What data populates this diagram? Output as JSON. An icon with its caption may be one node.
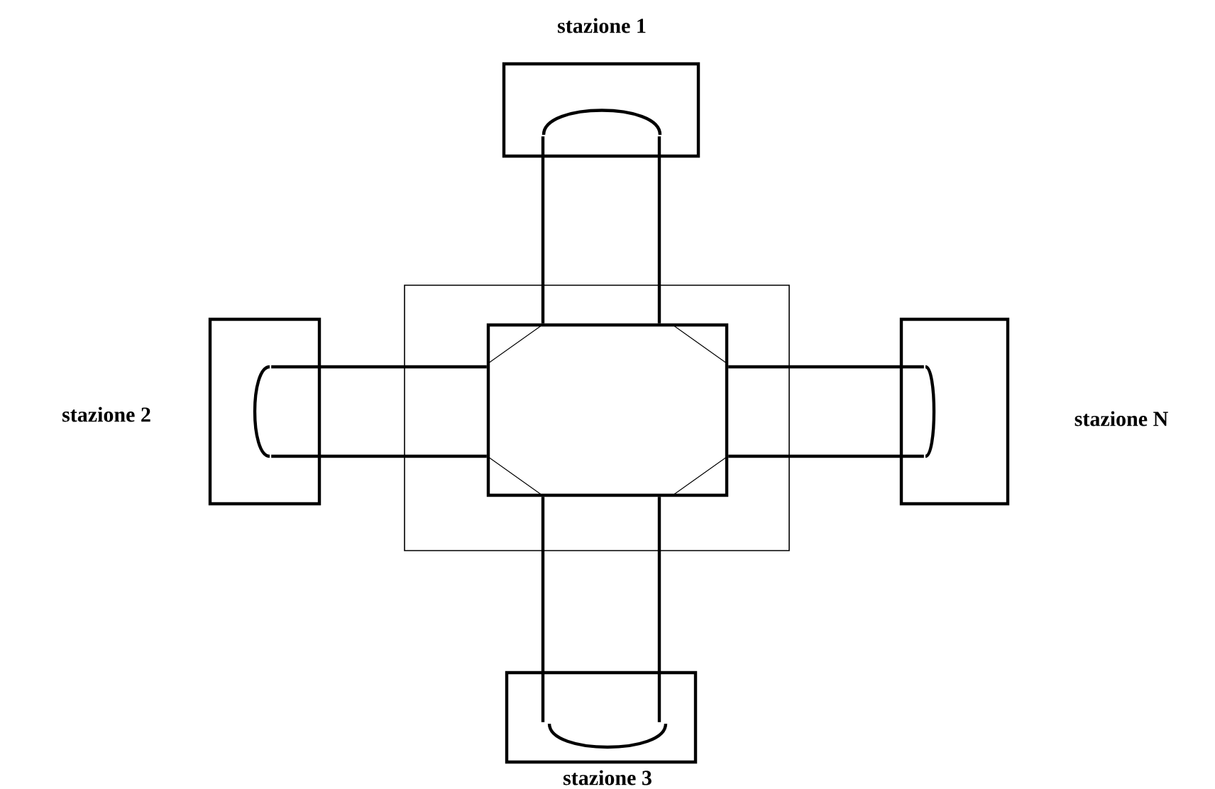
{
  "diagram": {
    "nodes": [
      {
        "text": [],
        "shape": "box"
      },
      {
        "text": [],
        "shape": "box",
        "in": 0
      },
      {
        "text": [
          "stazione 1"
        ]
      },
      {
        "text": [
          "stazione 2"
        ]
      },
      {
        "text": [
          "stazione N"
        ]
      },
      {
        "text": [
          "stazione 3"
        ]
      }
    ],
    "edges": [
      {
        "from": 1,
        "to": 2,
        "arrow": "none"
      },
      {
        "from": 1,
        "to": 3,
        "arrow": "none"
      },
      {
        "from": 1,
        "to": 4,
        "arrow": "none"
      },
      {
        "from": 1,
        "to": 5,
        "arrow": "none"
      }
    ]
  }
}
